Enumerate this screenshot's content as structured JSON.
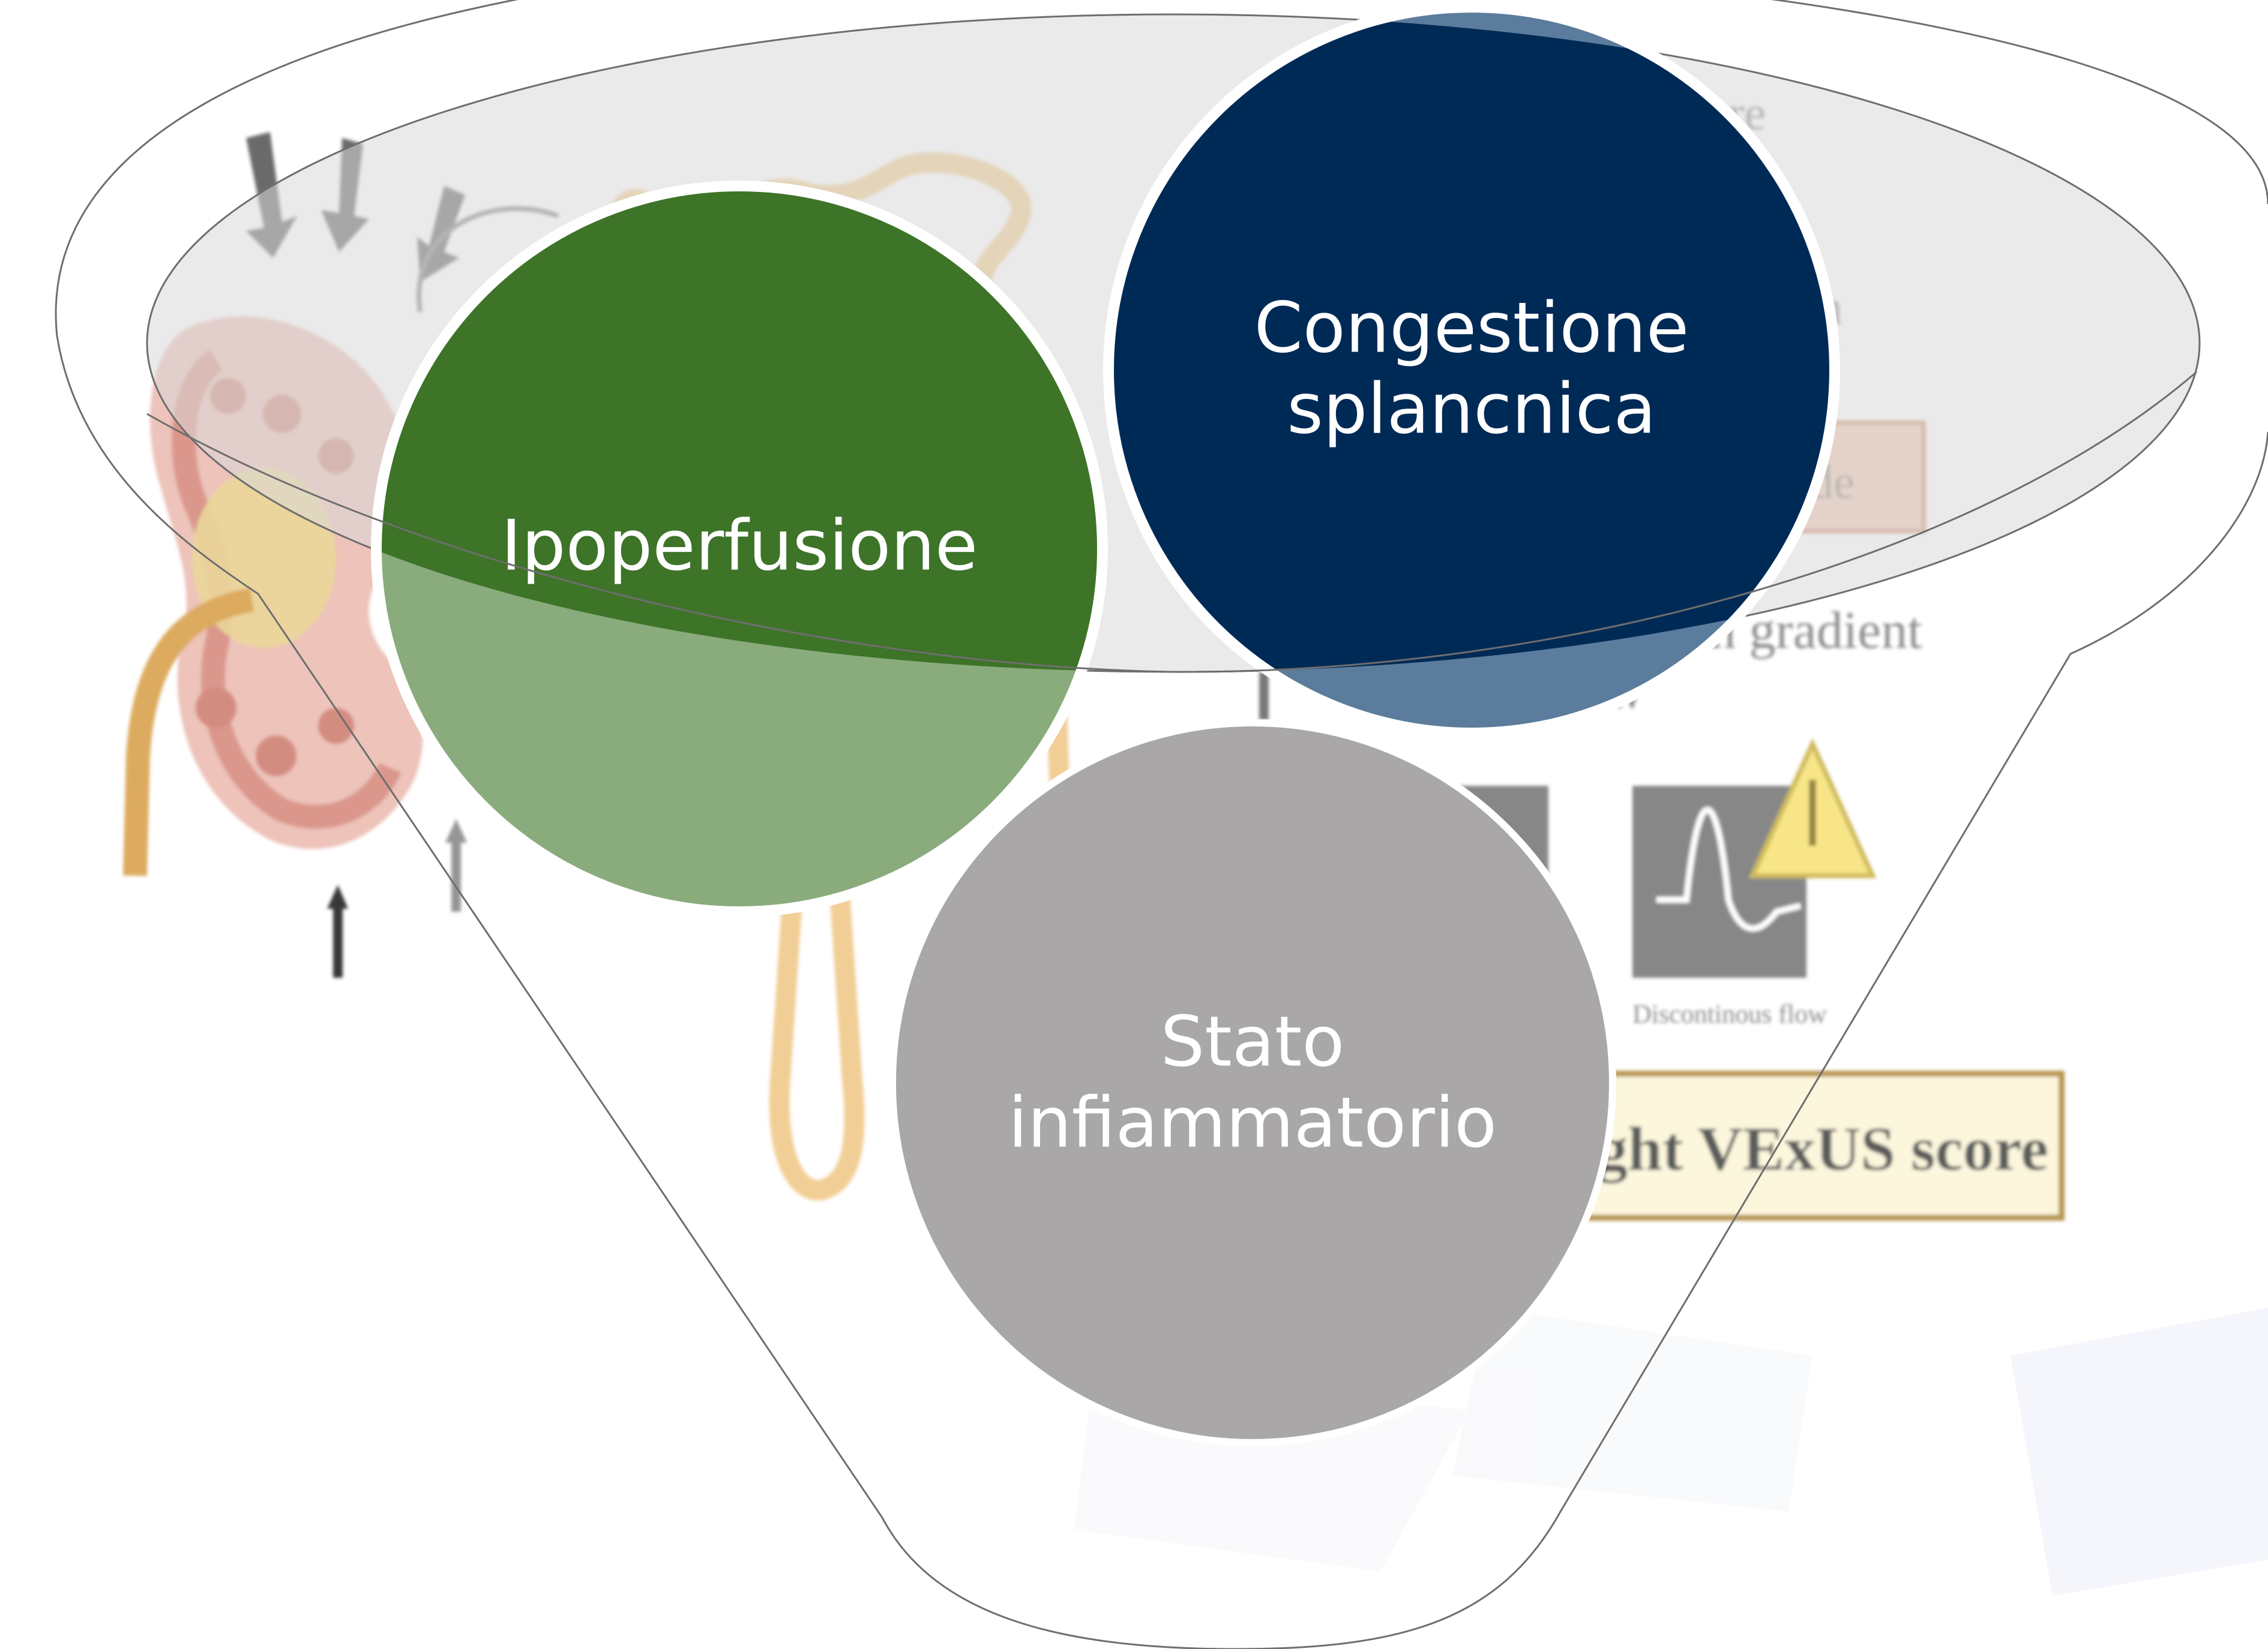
{
  "background": {
    "fragments": {
      "ure": "ure",
      "n": "n",
      "de": "de",
      "gradient": "ion gradient",
      "ow": "ow",
      "discontinuous": "Discontinous flow",
      "vexus": "ght VExUS score"
    }
  },
  "funnel": {
    "circles": [
      {
        "label_lines": [
          "Ipoperfusione"
        ],
        "color": "#3d7428",
        "lower_color": "#8aab7c"
      },
      {
        "label_lines": [
          "Congestione",
          "splancnica"
        ],
        "color": "#002a56",
        "lower_color": "#5b7c9c"
      },
      {
        "label_lines": [
          "Stato",
          "infiammatorio"
        ],
        "color": "#a9a7a7"
      }
    ]
  },
  "colors": {
    "funnel_rim_fill": "#e6e6e6",
    "funnel_stroke": "#6e6e6e",
    "kidney": "#d98a7a",
    "ureter": "#d9a24e",
    "warning": "#f7e27a"
  }
}
